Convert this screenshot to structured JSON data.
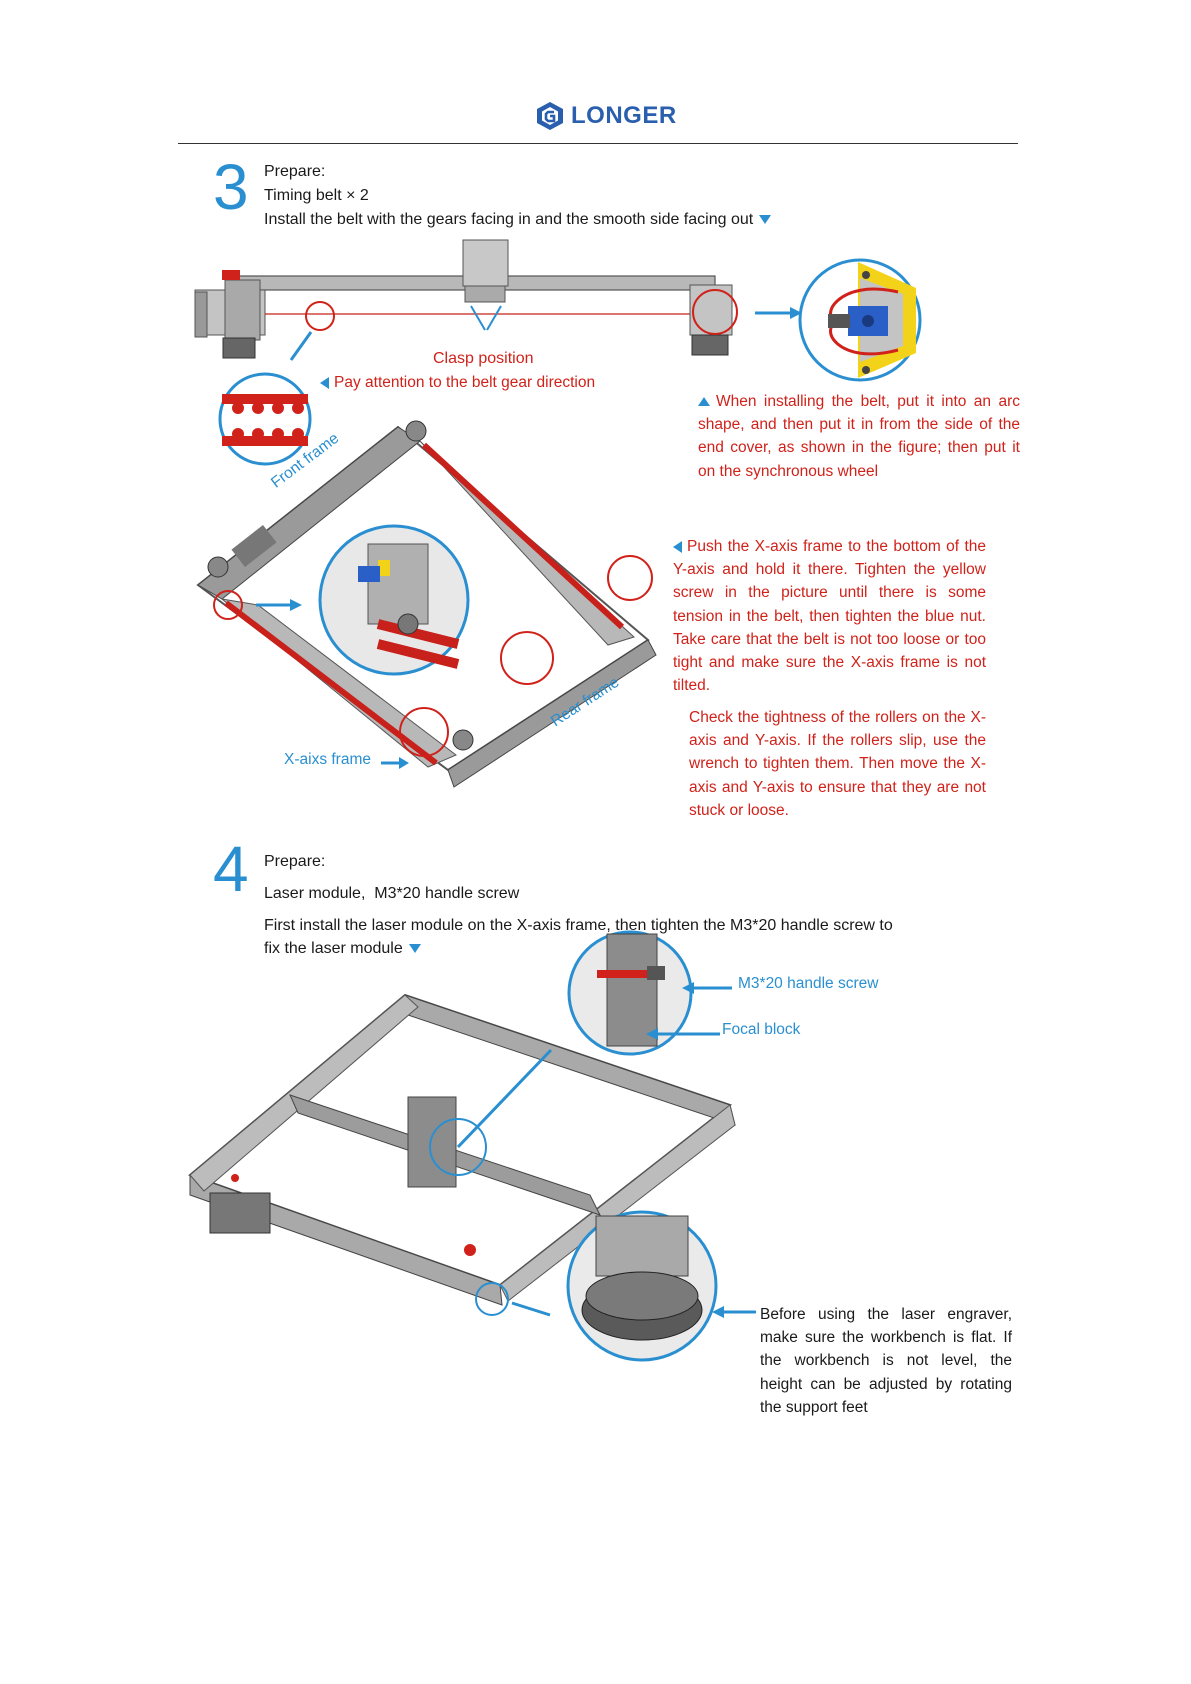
{
  "header": {
    "brand": "LONGER"
  },
  "step3": {
    "number": "3",
    "prepare": "Prepare:",
    "item": "Timing belt × 2",
    "instruction": "Install the belt with the gears facing in and the smooth side facing out",
    "clasp_label": "Clasp position",
    "gear_note": "Pay attention to the belt gear direction",
    "arc_note": "When installing the belt, put it into an arc shape, and then put it in from the side of the end cover, as shown in the figure; then put it on the synchronous wheel",
    "front_frame": "Front frame",
    "rear_frame": "Rear frame",
    "xaxis_frame": "X-aixs frame",
    "push_note": "Push the X-axis frame to the bottom of the Y-axis and hold it there. Tighten the yellow screw in the picture until there is some tension in the belt, then tighten the blue nut. Take care that the belt is not too loose or too tight and make sure the X-axis frame is not tilted.",
    "rollers_note": "Check the tightness of the rollers on the X-axis and Y-axis. If the rollers slip, use the wrench to tighten them. Then move the X-axis and Y-axis to ensure that they are not stuck or loose."
  },
  "step4": {
    "number": "4",
    "prepare": "Prepare:",
    "items": "Laser module,  M3*20 handle screw",
    "instruction_line1": "First install the laser module on the X-axis frame, then tighten the M3*20 handle screw to",
    "instruction_line2": "fix the laser module",
    "screw_label": "M3*20 handle screw",
    "focal_label": "Focal block",
    "feet_note": "Before using the laser engraver, make sure the workbench is flat. If the workbench is not level, the height can be adjusted by rotating the support feet"
  },
  "colors": {
    "accent": "#2a8fd0",
    "warning": "#d0221a",
    "belt": "#c8201a",
    "frame": "#8a8a8a"
  },
  "icons": [
    "longer-logo-icon",
    "triangle-down-icon",
    "triangle-left-icon",
    "triangle-up-icon"
  ]
}
